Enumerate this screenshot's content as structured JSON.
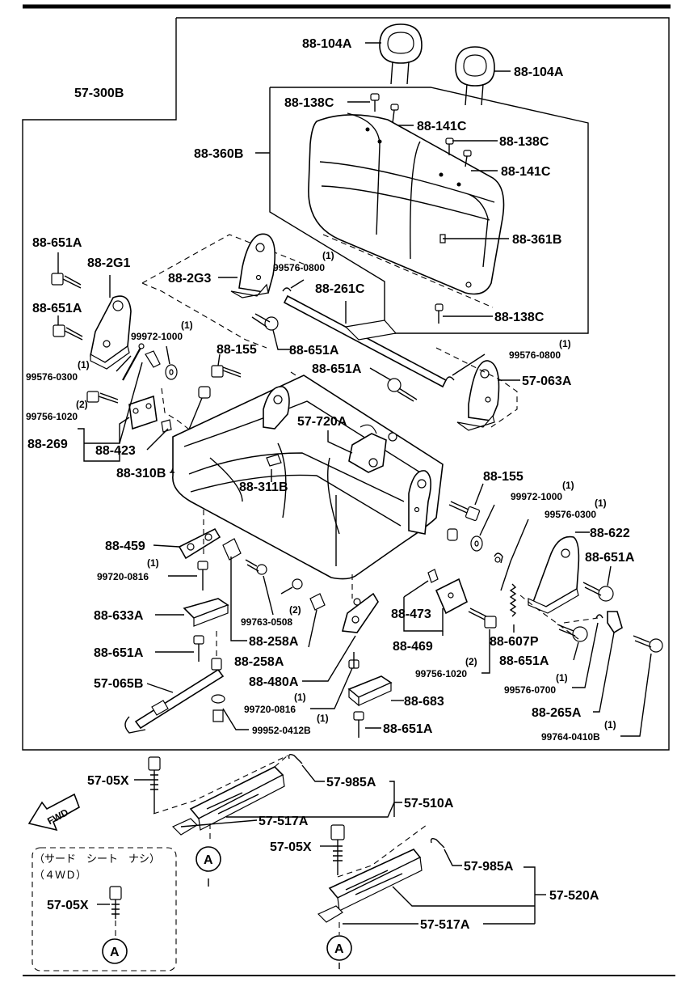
{
  "labels": {
    "l57_300B": "57-300B",
    "l88_104A_1": "88-104A",
    "l88_104A_2": "88-104A",
    "l88_138C_1": "88-138C",
    "l88_141C_1": "88-141C",
    "l88_138C_2": "88-138C",
    "l88_141C_2": "88-141C",
    "l88_360B": "88-360B",
    "l88_361B": "88-361B",
    "l88_138C_3": "88-138C",
    "l88_651A_1": "88-651A",
    "l88_2G1": "88-2G1",
    "l88_651A_2": "88-651A",
    "l88_2G3": "88-2G3",
    "q_99576_0800_1": "(1)",
    "l99576_0800_1": "99576-0800",
    "l88_261C": "88-261C",
    "l88_651A_3": "88-651A",
    "q_99972_1000_1": "(1)",
    "l99972_1000_1": "99972-1000",
    "q_99576_0300_1": "(1)",
    "l99576_0300_1": "99576-0300",
    "l88_155_1": "88-155",
    "q_99576_0800_2": "(1)",
    "l99576_0800_2": "99576-0800",
    "l57_063A": "57-063A",
    "l88_651A_4": "88-651A",
    "q_99756_1020_1": "(2)",
    "l99756_1020_1": "99756-1020",
    "l57_720A": "57-720A",
    "l88_269": "88-269",
    "l88_423": "88-423",
    "l88_310B": "88-310B",
    "l88_311B": "88-311B",
    "l88_155_2": "88-155",
    "q_99972_1000_2": "(1)",
    "l99972_1000_2": "99972-1000",
    "q_99576_0300_2": "(1)",
    "l99576_0300_2": "99576-0300",
    "l88_622": "88-622",
    "l88_459": "88-459",
    "q_99720_0816_1": "(1)",
    "l99720_0816_1": "99720-0816",
    "l88_651A_5": "88-651A",
    "l88_633A": "88-633A",
    "q_99763_0508": "(2)",
    "l99763_0508": "99763-0508",
    "l88_473": "88-473",
    "l88_258A_1": "88-258A",
    "l88_469": "88-469",
    "l88_607P": "88-607P",
    "l88_651A_6": "88-651A",
    "l88_258A_2": "88-258A",
    "q_99756_1020_2": "(2)",
    "l99756_1020_2": "99756-1020",
    "l88_651A_7": "88-651A",
    "q_99576_0700": "(1)",
    "l99576_0700": "99576-0700",
    "l57_065B": "57-065B",
    "l88_480A": "88-480A",
    "q_99720_0816_2": "(1)",
    "l99720_0816_2": "99720-0816",
    "l88_683": "88-683",
    "l88_265A": "88-265A",
    "q_99952_0412B": "(1)",
    "l99952_0412B": "99952-0412B",
    "l88_651A_8": "88-651A",
    "q_99764_0410B": "(1)",
    "l99764_0410B": "99764-0410B",
    "l57_05X_1": "57-05X",
    "l57_985A_1": "57-985A",
    "l57_510A": "57-510A",
    "l57_517A_1": "57-517A",
    "fwd": "FWD",
    "l57_05X_2": "57-05X",
    "jp_note_1": "（サード　シート　ナシ）",
    "jp_note_2": "（４ＷＤ）",
    "l57_985A_2": "57-985A",
    "l57_05X_3": "57-05X",
    "l57_520A": "57-520A",
    "l57_517A_2": "57-517A",
    "ref_a_1": "A",
    "ref_a_2": "A",
    "ref_a_3": "A"
  }
}
